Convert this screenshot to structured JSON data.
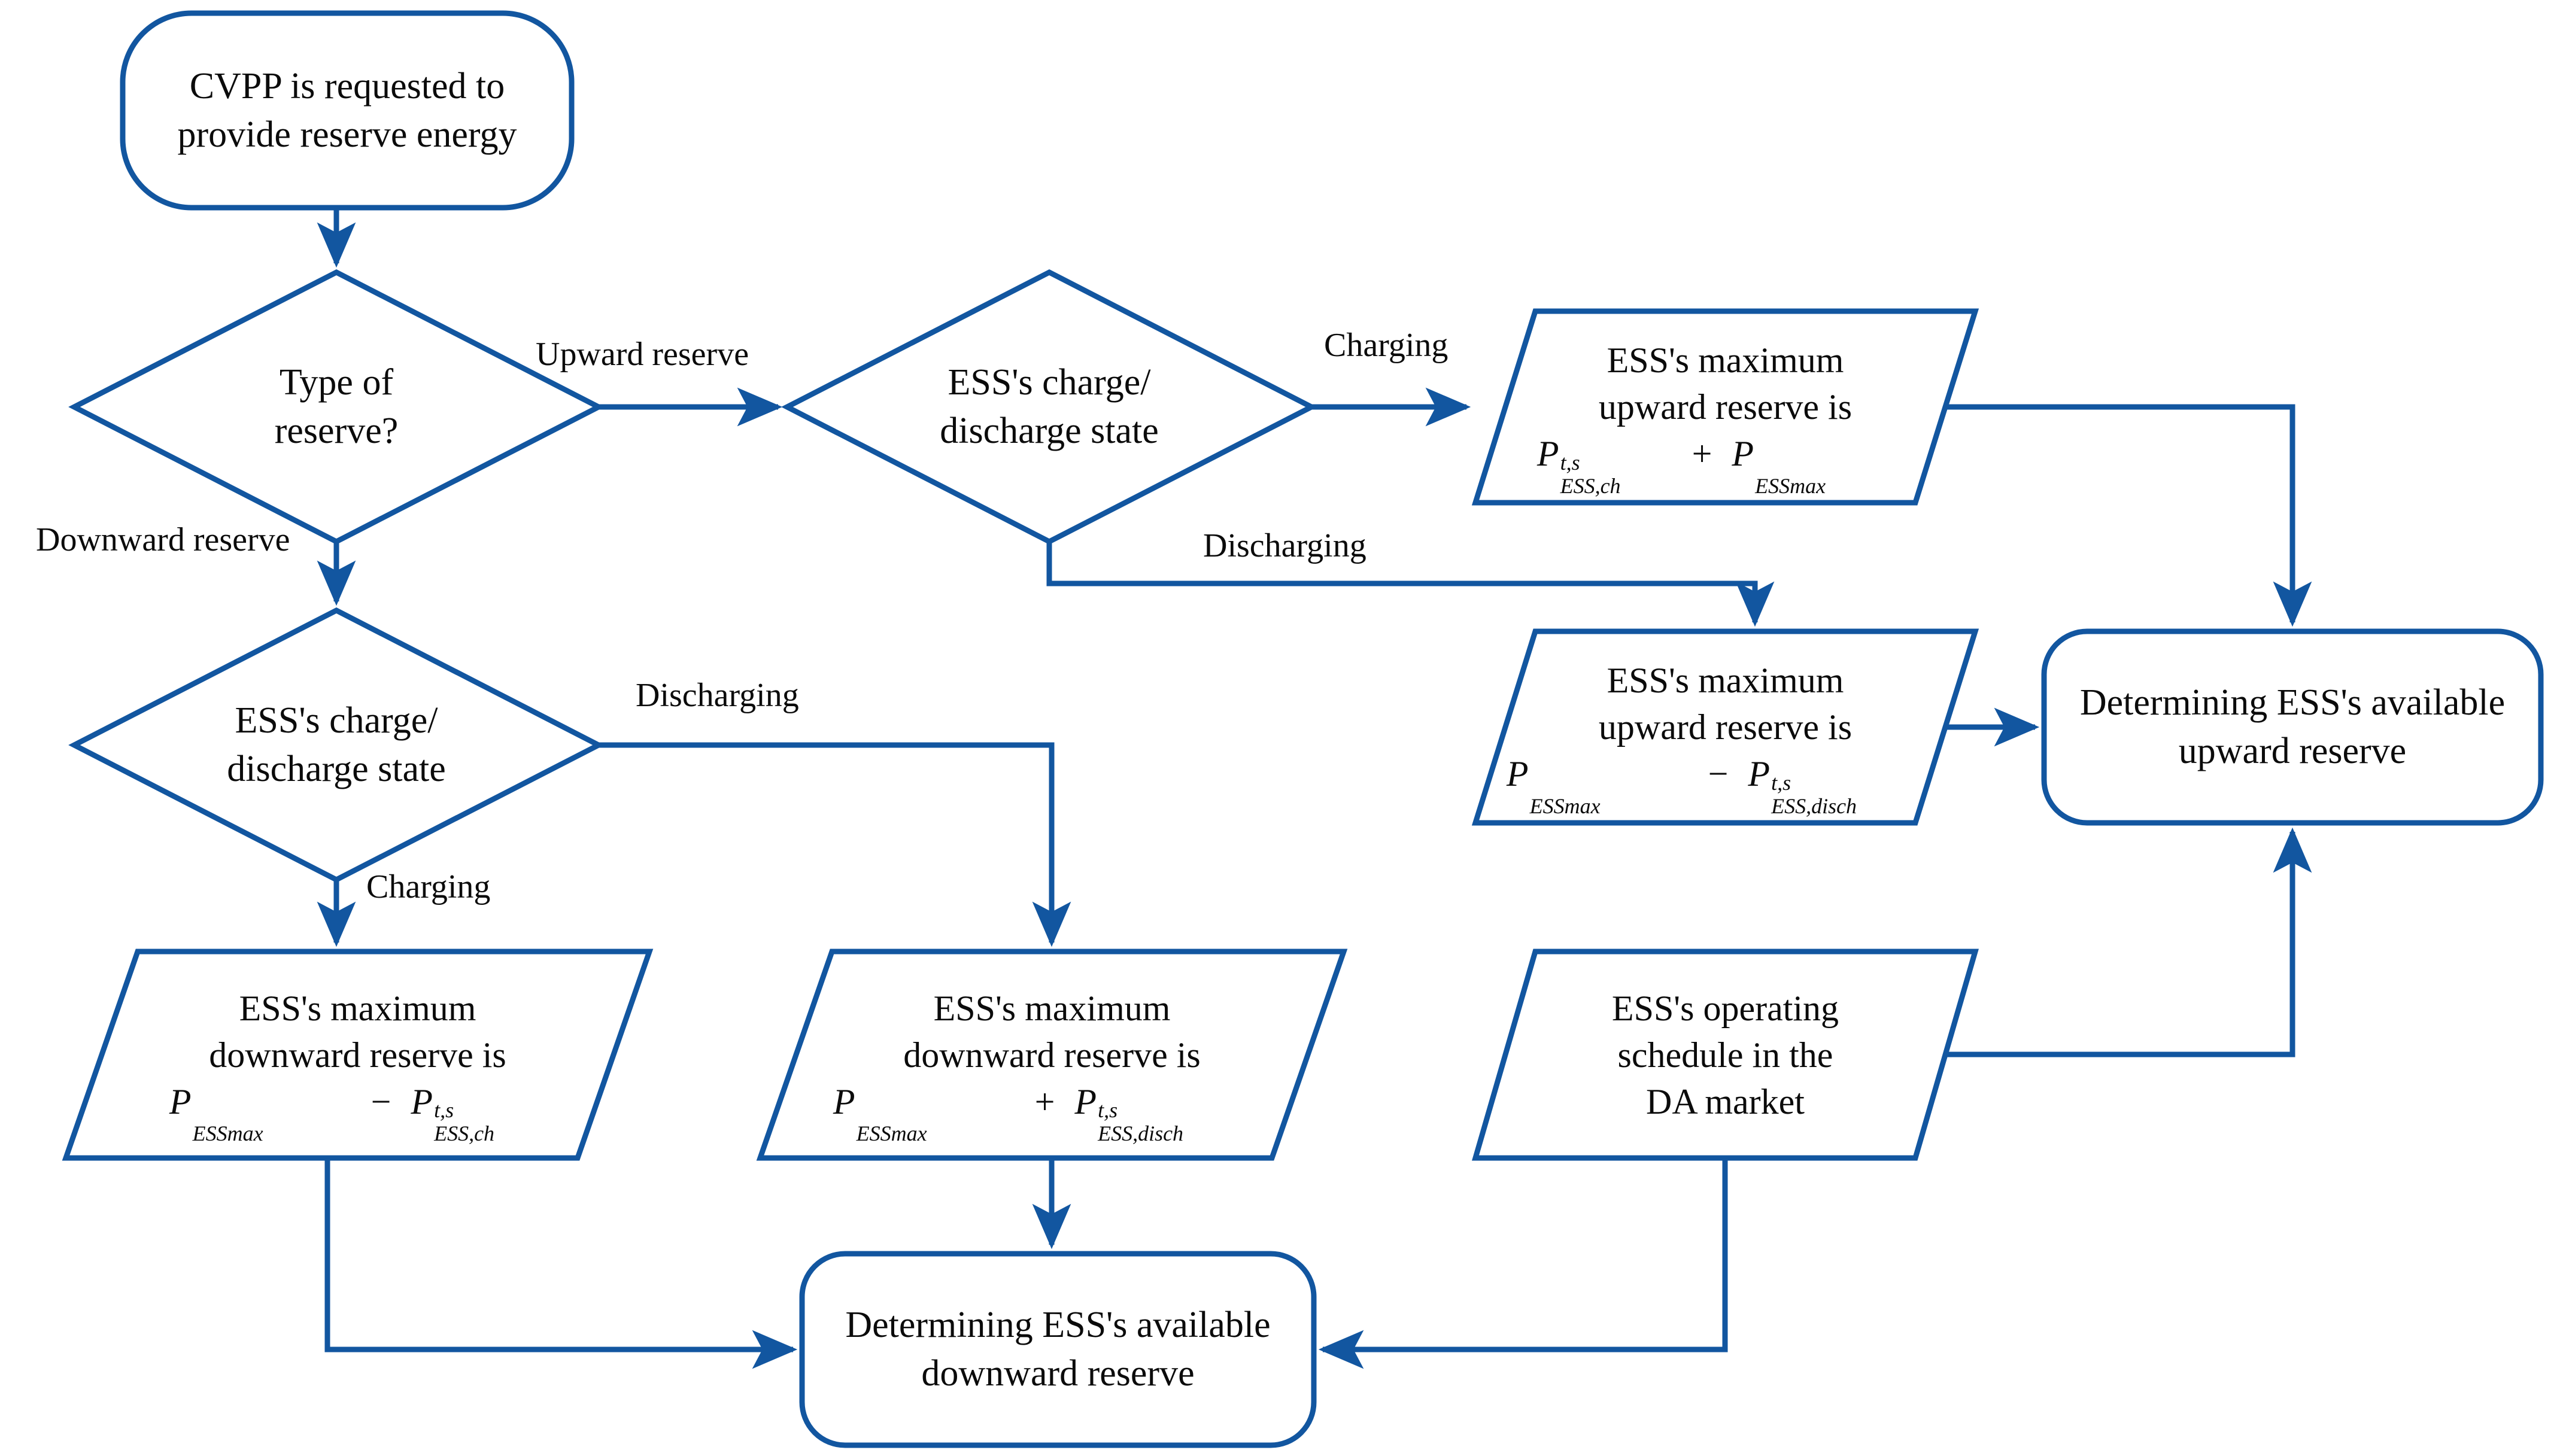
{
  "diagram": {
    "title": "ESS reserve determination flowchart",
    "accent_color": "#1256A0",
    "text_color": "#0b0b0b",
    "background": "#ffffff"
  },
  "nodes": {
    "start": {
      "shape": "rounded-terminal",
      "lines": [
        "CVPP is requested to",
        "provide reserve energy"
      ]
    },
    "decision_type": {
      "shape": "diamond",
      "lines": [
        "Type of",
        "reserve?"
      ]
    },
    "decision_up_state": {
      "shape": "diamond",
      "lines": [
        "ESS's charge/",
        "discharge state"
      ]
    },
    "decision_down_state": {
      "shape": "diamond",
      "lines": [
        "ESS's charge/",
        "discharge state"
      ]
    },
    "up_charging_box": {
      "shape": "parallelogram",
      "lines": [
        "ESS's maximum",
        "upward reserve is"
      ],
      "formula": {
        "term1_base": "P",
        "term1_sup": "t,s",
        "term1_sub": "ESS,ch",
        "operator": "+",
        "term2_base": "P",
        "term2_sub": "ESSmax",
        "plain": "P^{t,s}_{ESS,ch} + P_{ESSmax}"
      }
    },
    "up_discharging_box": {
      "shape": "parallelogram",
      "lines": [
        "ESS's maximum",
        "upward reserve is"
      ],
      "formula": {
        "term1_base": "P",
        "term1_sub": "ESSmax",
        "operator": "−",
        "term2_base": "P",
        "term2_sup": "t,s",
        "term2_sub": "ESS,disch",
        "plain": "P_{ESSmax} − P^{t,s}_{ESS,disch}"
      }
    },
    "down_charging_box": {
      "shape": "parallelogram",
      "lines": [
        "ESS's maximum",
        "downward reserve is"
      ],
      "formula": {
        "term1_base": "P",
        "term1_sub": "ESSmax",
        "operator": "−",
        "term2_base": "P",
        "term2_sup": "t,s",
        "term2_sub": "ESS,ch",
        "plain": "P_{ESSmax} − P^{t,s}_{ESS,ch}"
      }
    },
    "down_discharging_box": {
      "shape": "parallelogram",
      "lines": [
        "ESS's maximum",
        "downward reserve is"
      ],
      "formula": {
        "term1_base": "P",
        "term1_sub": "ESSmax",
        "operator": "+",
        "term2_base": "P",
        "term2_sup": "t,s",
        "term2_sub": "ESS,disch",
        "plain": "P_{ESSmax} + P^{t,s}_{ESS,disch}"
      }
    },
    "da_schedule_box": {
      "shape": "parallelogram",
      "lines": [
        "ESS's operating",
        "schedule in the",
        "DA market"
      ]
    },
    "end_upward": {
      "shape": "rounded-terminal",
      "lines": [
        "Determining ESS's available",
        "upward reserve"
      ]
    },
    "end_downward": {
      "shape": "rounded-terminal",
      "lines": [
        "Determining ESS's available",
        "downward reserve"
      ]
    }
  },
  "edge_labels": {
    "upward_reserve": "Upward reserve",
    "downward_reserve": "Downward reserve",
    "up_charging": "Charging",
    "up_discharging": "Discharging",
    "down_charging": "Charging",
    "down_discharging": "Discharging"
  }
}
